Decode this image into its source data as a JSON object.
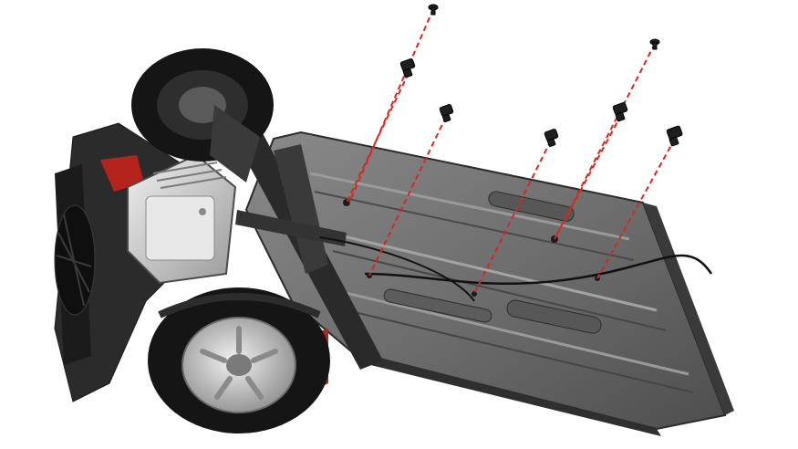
{
  "figure": {
    "kind": "exploded-assembly-illustration",
    "subject": "vehicle-underbody",
    "colors": {
      "background": "#ffffff",
      "panel": "#6f6f6f",
      "panel_dark": "#3d3d3d",
      "rail": "#2a2a2a",
      "tire": "#151515",
      "rim": "#c9c9c9",
      "motor": "#d9d9d9",
      "body_red": "#b4231c",
      "guide_line": "#d8281e"
    },
    "guide_line_style": "dashed",
    "fasteners": [
      {
        "id": "screw-1",
        "kind": "screw"
      },
      {
        "id": "clip-1",
        "kind": "clip"
      },
      {
        "id": "clip-2",
        "kind": "clip"
      },
      {
        "id": "clip-3",
        "kind": "clip"
      },
      {
        "id": "screw-2",
        "kind": "screw"
      },
      {
        "id": "clip-4",
        "kind": "clip"
      },
      {
        "id": "clip-5",
        "kind": "clip"
      }
    ]
  }
}
